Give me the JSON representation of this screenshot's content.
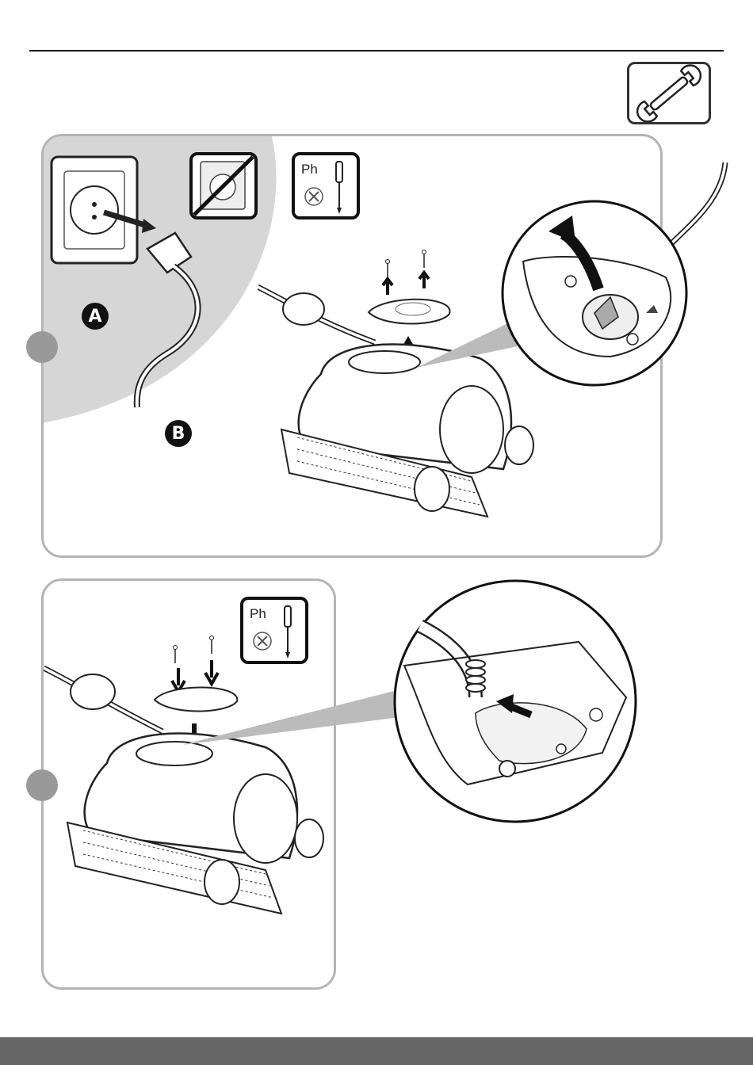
{
  "page": {
    "background": "#ffffff",
    "rule_color": "#1a1a1a",
    "footer_band_color": "#666666",
    "panel_border_color": "#b4b4b4",
    "step_dot_color": "#999999"
  },
  "header": {
    "tool_icon": "wrench-icon"
  },
  "panel1": {
    "labels": {
      "a": "A",
      "b": "B"
    },
    "icons": [
      "wall-socket-unplug-icon",
      "no-socket-icon",
      "phillips-screwdriver-icon",
      "robot-cleaner-icon",
      "impeller-detail-icon"
    ],
    "screwdriver_label": "Ph"
  },
  "panel2": {
    "icons": [
      "phillips-screwdriver-icon",
      "robot-cleaner-icon",
      "cable-detail-icon"
    ],
    "screwdriver_label": "Ph"
  }
}
